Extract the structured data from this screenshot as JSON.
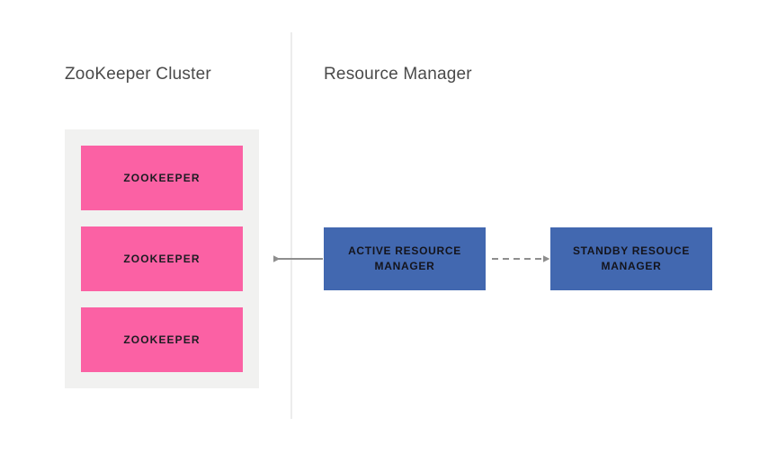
{
  "sections": [
    {
      "id": "zookeeper-cluster",
      "title": "ZooKeeper Cluster"
    },
    {
      "id": "resource-manager",
      "title": "Resource Manager"
    }
  ],
  "zookeeper_cluster": {
    "panel_color": "#f1f1f0",
    "node_color": "#fb61a4",
    "nodes": [
      {
        "label": "ZOOKEEPER"
      },
      {
        "label": "ZOOKEEPER"
      },
      {
        "label": "ZOOKEEPER"
      }
    ]
  },
  "resource_manager": {
    "box_color": "#4268b0",
    "boxes": [
      {
        "id": "active",
        "label": "ACTIVE RESOURCE MANAGER"
      },
      {
        "id": "standby",
        "label": "STANDBY RESOUCE MANAGER"
      }
    ]
  },
  "connectors": [
    {
      "id": "zookeeper-to-active",
      "style": "solid",
      "color": "#8e8e8e",
      "direction": "left",
      "from": "active-resource-manager",
      "to": "zookeeper-cluster"
    },
    {
      "id": "active-to-standby",
      "style": "dashed",
      "color": "#8e8e8e",
      "direction": "right",
      "from": "active-resource-manager",
      "to": "standby-resouce-manager"
    }
  ],
  "divider": {
    "color": "#ececec"
  },
  "colors": {
    "background": "#ffffff",
    "title_text": "#4a4a4a",
    "node_text": "#1c1c22",
    "box_text": "#14141c"
  }
}
